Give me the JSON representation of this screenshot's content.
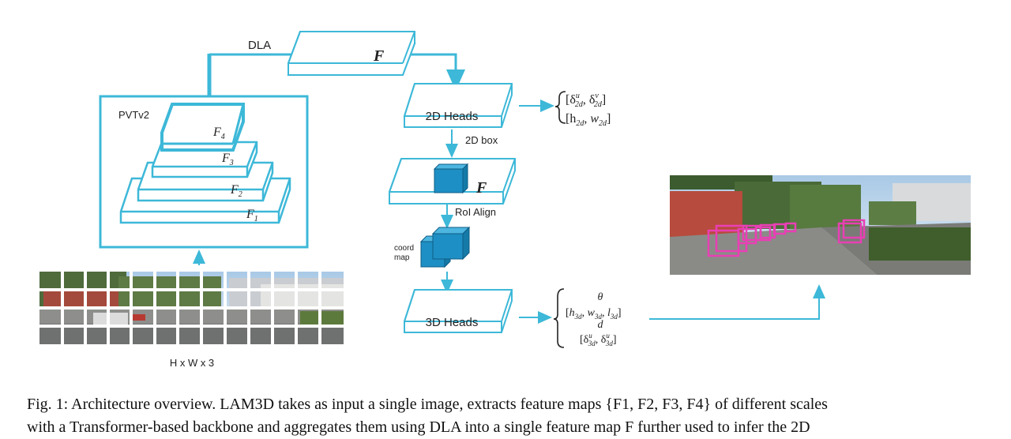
{
  "figure": {
    "dla_label": "DLA",
    "pvt_label": "PVTv2",
    "f_label": "F",
    "pyramid_labels": [
      "F",
      "F",
      "F",
      "F"
    ],
    "pyramid_subs": [
      "4",
      "3",
      "2",
      "1"
    ],
    "heads_2d_label": "2D Heads",
    "box_2d_label": "2D box",
    "roi_label": "RoI Align",
    "coord_map_label_1": "coord",
    "coord_map_label_2": "map",
    "heads_3d_label": "3D Heads",
    "input_size_label": "H x W x 3",
    "out2d_line1": "[δ",
    "out2d_line2": "[h",
    "out3d_theta": "θ",
    "out3d_d": "d",
    "colors": {
      "accent": "#3db8d8",
      "cube": "#1e8fc4",
      "box3d": "#e93fb5"
    }
  },
  "caption": {
    "line1": "Fig. 1: Architecture overview. LAM3D takes as input a single image, extracts feature maps {F1, F2, F3, F4} of different scales",
    "line2": "with a Transformer-based backbone and aggregates them using DLA into a single feature map F further used to infer the 2D"
  }
}
